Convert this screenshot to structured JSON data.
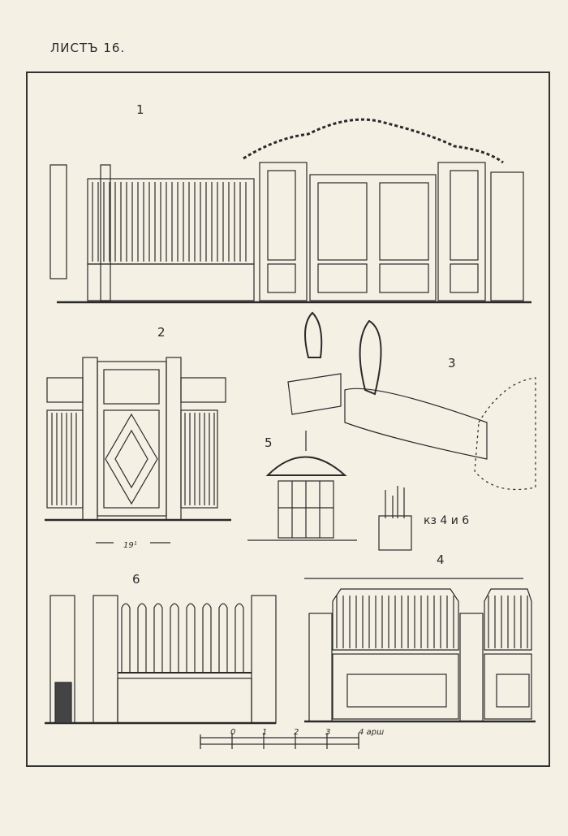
{
  "page": {
    "title": "ЛИСТЪ 16."
  },
  "figures": {
    "fig1": "1",
    "fig2": "2",
    "fig3": "3",
    "fig4": "4",
    "fig5": "5",
    "fig6": "6"
  },
  "annotations": {
    "post_note": "кз 4 и 6",
    "gate_width": "19¹"
  },
  "scale_bar": {
    "ticks": [
      "0",
      "1",
      "2",
      "3"
    ],
    "end_label": "4 арш"
  },
  "colors": {
    "paper": "#f4f0e4",
    "ink": "#2a2a2a"
  }
}
